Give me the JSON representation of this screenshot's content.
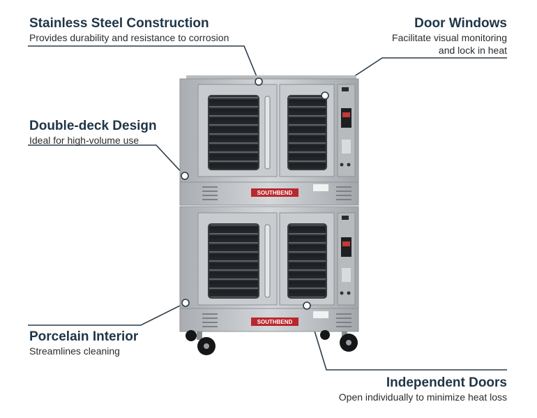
{
  "brand_label": "SOUTHBEND",
  "colors": {
    "title": "#1f3547",
    "leader_line": "#2b3a47",
    "steel": "#c6c9cc",
    "brand_red": "#b8282e"
  },
  "callouts": {
    "stainless": {
      "title": "Stainless Steel Construction",
      "desc": "Provides durability and resistance to corrosion"
    },
    "door_windows": {
      "title": "Door Windows",
      "desc_line1": "Facilitate visual monitoring",
      "desc_line2": "and lock in heat"
    },
    "double_deck": {
      "title": "Double-deck Design",
      "desc": "Ideal for high-volume use"
    },
    "porcelain": {
      "title": "Porcelain Interior",
      "desc": "Streamlines cleaning"
    },
    "independent_doors": {
      "title": "Independent Doors",
      "desc": "Open individually to minimize heat loss"
    }
  }
}
